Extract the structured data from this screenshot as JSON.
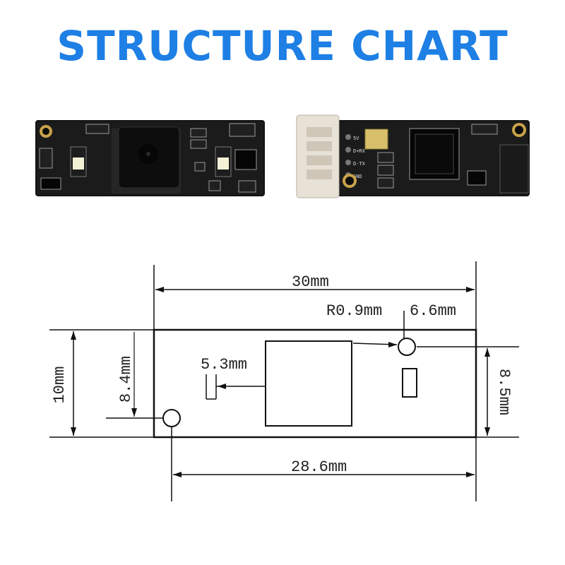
{
  "title": "STRUCTURE CHART",
  "dimensions": {
    "length": "30mm",
    "width": "10mm",
    "hole_radius": "R0.9mm",
    "hole_offset_right": "6.6mm",
    "lens_offset": "5.3mm",
    "left_hole_height": "8.4mm",
    "right_hole_height": "8.5mm",
    "hole_spacing": "28.6mm"
  },
  "silkscreen": {
    "pin_1": "5V",
    "pin_2": "D+RX",
    "pin_3": "D-TX",
    "pin_4": "GND"
  },
  "colors": {
    "title": "#1e7fe4",
    "pcb": "#111111",
    "connector": "#e8e1d6"
  }
}
